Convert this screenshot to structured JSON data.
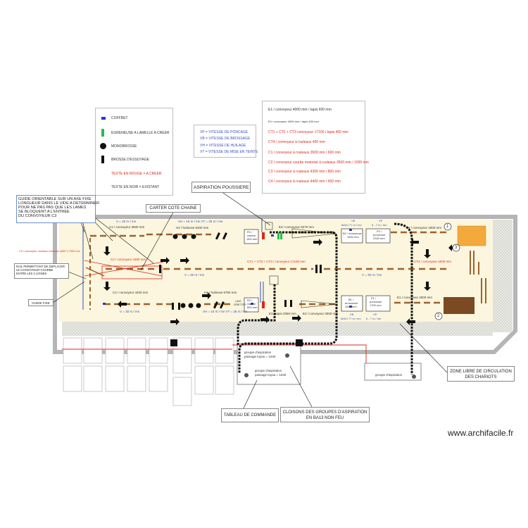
{
  "legend": {
    "coffret": "COFFRET",
    "egrenage": "EGRENEUSE A LAMELLE A CREER",
    "monobrosse": "MONOBROSSE",
    "brosse": "BROSSE D'ESSUYAGE",
    "texte_rouge": "TEXTE EN ROUGE = A CREER",
    "texte_noir": "TEXTE EN NOIR = EXISTANT"
  },
  "speeds": {
    "vp": "VP = VITESSE DE PONCAGE",
    "vb": "VB = VITESSE DE BROSSAGE",
    "vh": "VH = VITESSE DE HUILAGE",
    "vt": "VT = VITESSE DE MISE EN TEINTE"
  },
  "conveyors": {
    "e1": "E1 / convoyeur 4000 mm / tapis 600 mm",
    "e4": "E4 / convoyeur 4000 mm / tapis 400 mm",
    "ct": "CT1 + CT2 + CT3 convoyeur 17100 / tapis 400 mm",
    "ct4": "CT4 / convoyeur à rouleaux 450 mm",
    "c1": "C1 / convoyeur à rouleaux 3500 mm / 600 mm",
    "c2": "C2 / convoyeur courbe motorisé à rouleaux 3500 mm / 1000 mm",
    "c3": "C3 / convoyeur à rouleaux 4300 mm / 800 mm",
    "c4": "C4 / convoyeur à rouleaux 4400 mm / 600 mm"
  },
  "callouts": {
    "aspiration": "ASPIRATION POUSSIERE",
    "carter": "CARTER COTE CHAINE",
    "guide": [
      "GUIDE ORIENTABLE SUR UN AXE FIXE",
      "LONGUEUR DANS LE VIDE A DETERMINER",
      "POUR NE PAS PAS QUE LES LAMES",
      "SE BLOQUENT A L'ENTREE",
      "DU CONVOYEUR C3"
    ],
    "rail": [
      "RAIL PERMETTANT DE DEPLACER",
      "LE CONVOYEUR COURBE",
      "ENTRE LES 2 LIGNES"
    ],
    "guide_fixe": "GUIDE FIXE",
    "tableau": "TABLEAU DE COMMANDE",
    "cloisons": [
      "CLOISONS DES GROUPES D'ASPIRATION",
      "EN BA13 NON FEU"
    ],
    "zone": [
      "ZONE LIBRE DE CIRCULATION",
      "DES CHARIOTS"
    ]
  },
  "plan": {
    "v30": "V = 30 m / mn",
    "v30b": "V = 30 m / mn",
    "v30c": "V = 30 m / mn",
    "v30d": "V = 30 m / mn",
    "c1": "C1 / convoyeur 3500 mm",
    "h2": "H2 / huileuse 6200 mm",
    "vh_vt_top": "VH = 15 m / mn    VT = 25 m / mn",
    "vh_vt_bot": "VH = 15 m / mn    VT = 25 m / mn",
    "r1": [
      "R1 /",
      "raviere",
      "800 mm"
    ],
    "r2": [
      "R2 /",
      "raviere",
      "800 mm"
    ],
    "e3_top": "E3 / convoyeur 6070 mm",
    "vb_top": "VB",
    "vb_top_speed": "MAXI ?? m / mn",
    "vp_top": "VP",
    "vp_top_speed": "6 - 7 m / mn",
    "b2": [
      "B2 / brosseuse",
      "1600 mm"
    ],
    "p2": [
      "P2 /",
      "ponceuse",
      "2340 mm"
    ],
    "e4": "E4 / convoyeur 4000 mm",
    "c3_side": "C3 / convoyeur rouleaux motorisé 4400 X 7900 mm",
    "c2": "C2 / convoyeur 4300 mm",
    "ct": "CT1 + CT2 + CT3 / convoyeur 17100 mm",
    "ct4": "CT4 / convoyeur 4000 mm",
    "c4": "C4 / convoyeur 4400 mm",
    "h1": "H1 / huileuse 6750 mm",
    "e3_bot": "E3 / tapis 2050 mm",
    "e2": "E2 / convoyeur 3000 mm",
    "b1": [
      "B1 /",
      "brosseuse",
      "1600 mm"
    ],
    "p1": [
      "P1 /",
      "ponceuse",
      "1700 mm"
    ],
    "e1": "E1 / convoyeur 4000 mm",
    "vb_bot": "VB",
    "vb_bot_speed": "MAXI ?? m / mn",
    "vp_bot": "VP",
    "vp_bot_speed": "6 - 7 m / mn",
    "groupe1": [
      "groupe d'aspiration",
      "passage tuyau = 1040"
    ],
    "groupe2": [
      "groupe d'aspiration",
      "passage tuyau = 1040"
    ],
    "groupe3": "groupe d'aspiration",
    "lavage": [
      "LAVE",
      "DÉBITTER"
    ],
    "markers": [
      "1",
      "2",
      "3"
    ]
  },
  "watermark": "www.archifacile.fr",
  "colors": {
    "floor": "#fbf6dd",
    "wall": "#b5b5b5",
    "conveyor": "#a0622b",
    "red": "#e0261b",
    "blue": "#3a4fbf",
    "green": "#22c04a",
    "black": "#111111"
  }
}
